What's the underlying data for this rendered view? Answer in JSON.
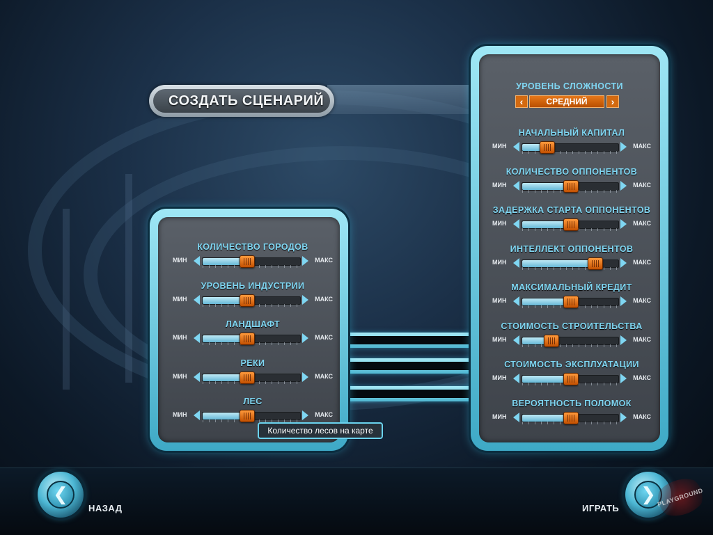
{
  "title": "СОЗДАТЬ СЦЕНАРИЙ",
  "slider_labels": {
    "min": "МИН",
    "max": "МАКС"
  },
  "difficulty": {
    "label": "УРОВЕНЬ СЛОЖНОСТИ",
    "value": "СРЕДНИЙ",
    "prev_icon": "‹",
    "next_icon": "›"
  },
  "left_settings": [
    {
      "label": "КОЛИЧЕСТВО ГОРОДОВ",
      "level": 0.45
    },
    {
      "label": "УРОВЕНЬ ИНДУСТРИИ",
      "level": 0.45
    },
    {
      "label": "ЛАНДШАФТ",
      "level": 0.45
    },
    {
      "label": "РЕКИ",
      "level": 0.45
    },
    {
      "label": "ЛЕС",
      "level": 0.45
    }
  ],
  "right_settings": [
    {
      "label": "НАЧАЛЬНЫЙ КАПИТАЛ",
      "level": 0.25
    },
    {
      "label": "КОЛИЧЕСТВО ОППОНЕНТОВ",
      "level": 0.5
    },
    {
      "label": "ЗАДЕРЖКА СТАРТА ОППОНЕНТОВ",
      "level": 0.5
    },
    {
      "label": "ИНТЕЛЛЕКТ ОППОНЕНТОВ",
      "level": 0.75
    },
    {
      "label": "МАКСИМАЛЬНЫЙ КРЕДИТ",
      "level": 0.5
    },
    {
      "label": "СТОИМОСТЬ СТРОИТЕЛЬСТВА",
      "level": 0.3
    },
    {
      "label": "СТОИМОСТЬ ЭКСПЛУАТАЦИИ",
      "level": 0.5
    },
    {
      "label": "ВЕРОЯТНОСТЬ ПОЛОМОК",
      "level": 0.5
    }
  ],
  "tooltip": "Количество лесов на карте",
  "nav": {
    "back_label": "НАЗАД",
    "back_icon": "arrow-left-icon",
    "play_label": "ИГРАТЬ",
    "play_icon": "play-icon"
  },
  "watermark": "PLAYGROUND",
  "colors": {
    "accent": "#7fd6f2",
    "thumb": "#e06a12",
    "frame": "#6ad3ee"
  }
}
